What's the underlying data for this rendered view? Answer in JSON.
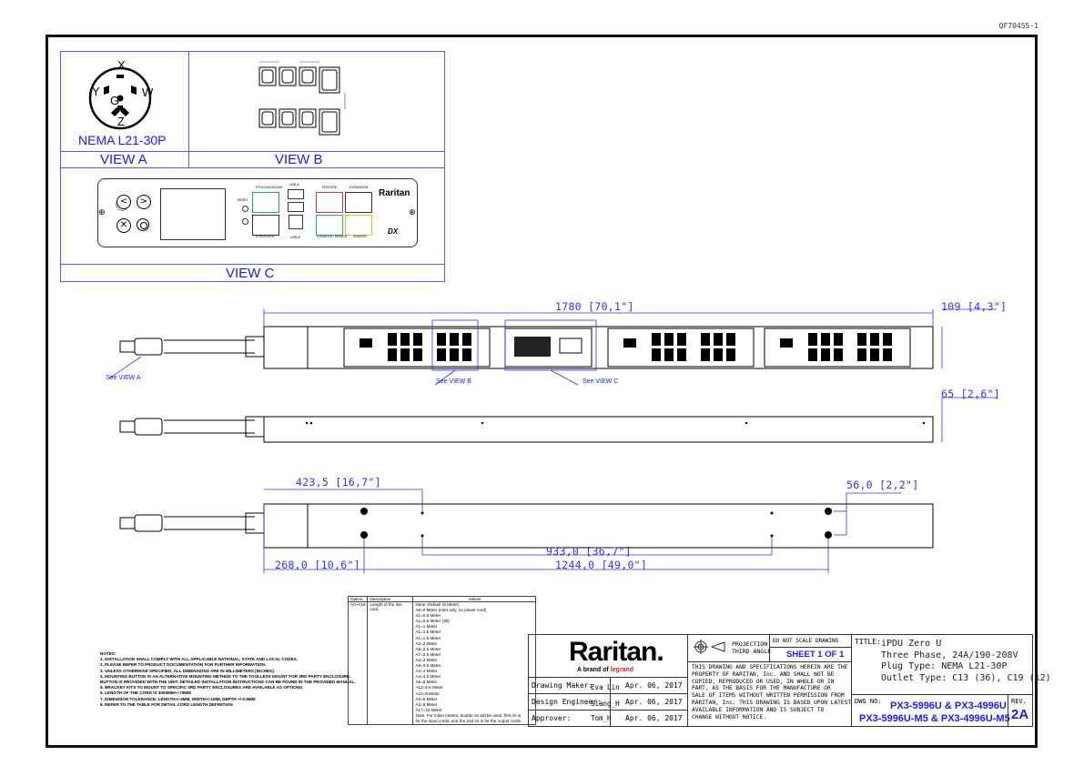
{
  "doc_ref": "QF70455-1",
  "views": {
    "view_a": "VIEW A",
    "view_b": "VIEW B",
    "view_c": "VIEW C",
    "plug_name": "NEMA L21-30P",
    "plug_pins": {
      "x": "X",
      "y": "Y",
      "w": "W",
      "z": "Z",
      "g": "G"
    }
  },
  "panel": {
    "brand": "Raritan",
    "brand_sub": "DX",
    "reset": "RESET",
    "port_eth1": "ETH1/10/100/1000",
    "port_eth2": "ETH2/10/100",
    "port_usb_a": "USB-A",
    "port_usb_b": "USB-B",
    "port_feature": "FEATURE",
    "port_expansion": "EXPANSION",
    "port_console": "CONSOLE / MODEM",
    "port_sensor": "SENSOR"
  },
  "callouts": {
    "see_a": "See VIEW A",
    "see_b": "See VIEW B",
    "see_c": "See VIEW C"
  },
  "dims": {
    "length": "1780 [70,1\"]",
    "width": "109 [4,3\"]",
    "depth": "65 [2,6\"]",
    "d1": "423,5 [16,7\"]",
    "d2": "56,0 [2,2\"]",
    "d3": "933,0 [36,7\"]",
    "d4": "268,0 [10,6\"]",
    "d5": "1244,0 [49,0\"]"
  },
  "option_table": {
    "headers": [
      "Option",
      "Description",
      "Values"
    ],
    "option": "A0~A18",
    "description": "Length of the line cord",
    "values": [
      "None: Default (6 Meter)",
      "A0=0 Meter (Inlet only, no power cord)",
      "A1=0.5 Meter",
      "A1=0.6 Meter (3ft)",
      "A1=1 Meter",
      "A1=1.5 Meter",
      "A1=1.8 Meter",
      "A2=2 Meter",
      "A6=2.5 Meter",
      "A7=2.6 Meter",
      "A3=3 Meter",
      "A9=3.5 Meter",
      "A4=4 Meter",
      "A4=4.5 Meter",
      "A5=5 Meter",
      "A12=5.5 Meter",
      "A12=6 Meter",
      "A3=5 Meter",
      "A3=8 Meter",
      "A17=10 Meter",
      "Note: For Inline meters, double As will be used, first As is",
      "for the input cords, and the 2nd As is for the output cords."
    ]
  },
  "notes": [
    "NOTES:",
    "1. INSTALLATION SHALL COMPLY WITH ALL APPLICABLE NATIONAL, STATE AND LOCAL CODES.",
    "2. PLEASE REFER TO PRODUCT DOCUMENTATION FOR FURTHER INFORMATION.",
    "3. UNLESS OTHERWISE SPECIFIED, ALL DIMENSIONS ARE IN MILLIMETERS [INCHES].",
    "4. MOUNTING BUTTON IS AN ALTERNATIVE MOUNTING METHOD TO THE TOOLLESS MOUNT FOR 3RD PARTY ENCLOSURE.",
    "   BUTTON IS PROVIDED WITH THE UNIT. DETAILED INSTALLATION INSTRUCTIONS CAN BE FOUND IN THE PROVIDED MANUAL.",
    "5. BRACKET KITS TO MOUNT TO SPECIFIC 3RD PARTY ENCLOSURES ARE AVAILABLE AS OPTIONS.",
    "6. LENGTH OF THE CORD IS 3000MM+/-70MM",
    "7. DIMENSION TOLERANCE: LENGTH+/-4MM, WIDTH+/-1MM, DEPTH +/-0.5MM",
    "8. REFER TO THE TABLE FOR DETAIL CORD LENGTH DEFINITION"
  ],
  "title_block": {
    "logo": "Raritan.",
    "tagline": "A brand of",
    "tagline_brand": "legrand",
    "maker_label": "Drawing Maker:",
    "maker": "Eva Lin",
    "maker_date": "Apr. 06, 2017",
    "engineer_label": "Design Engineer:",
    "engineer": "Siang_H",
    "engineer_date": "Apr. 06, 2017",
    "approver_label": "Approver:",
    "approver": "Tom_H",
    "approver_date": "Apr. 06, 2017",
    "projection": "PROJECTION",
    "projection_angle": "THIRD ANGLE",
    "no_scale": "DO NOT SCALE DRAWING",
    "sheet": "SHEET 1 OF 1",
    "disclaimer": [
      "THIS DRAWING AND SPECIFICATIONS HEREIN ARE THE",
      "PROPERTY OF RARITAN, Inc. AND SHALL NOT BE",
      "COPIED, REPRODUCED OR USED, IN WHOLE OR IN",
      "PART, AS THE BASIS FOR THE MANUFACTURE OR",
      "SALE OF ITEMS WITHOUT WRITTEN PERMISSION FROM",
      "RARITAN, Inc. THIS DRAWING IS BASED UPON LATEST",
      "AVAILABLE INFORMATION AND IS SUBJECT TO",
      "CHANGE WITHOUT NOTICE."
    ],
    "title_label": "TITLE:",
    "title_lines": [
      "iPDU Zero U",
      "Three Phase, 24A/190-208V",
      "Plug Type: NEMA L21-30P",
      "Outlet Type: C13 (36), C19 (12)"
    ],
    "dwg_label": "DWG NO:",
    "dwg_line1": "PX3-5996U & PX3-4996U",
    "dwg_line2": "PX3-5996U-M5 & PX3-4996U-M5",
    "rev_label": "REV.",
    "rev": "2A"
  }
}
